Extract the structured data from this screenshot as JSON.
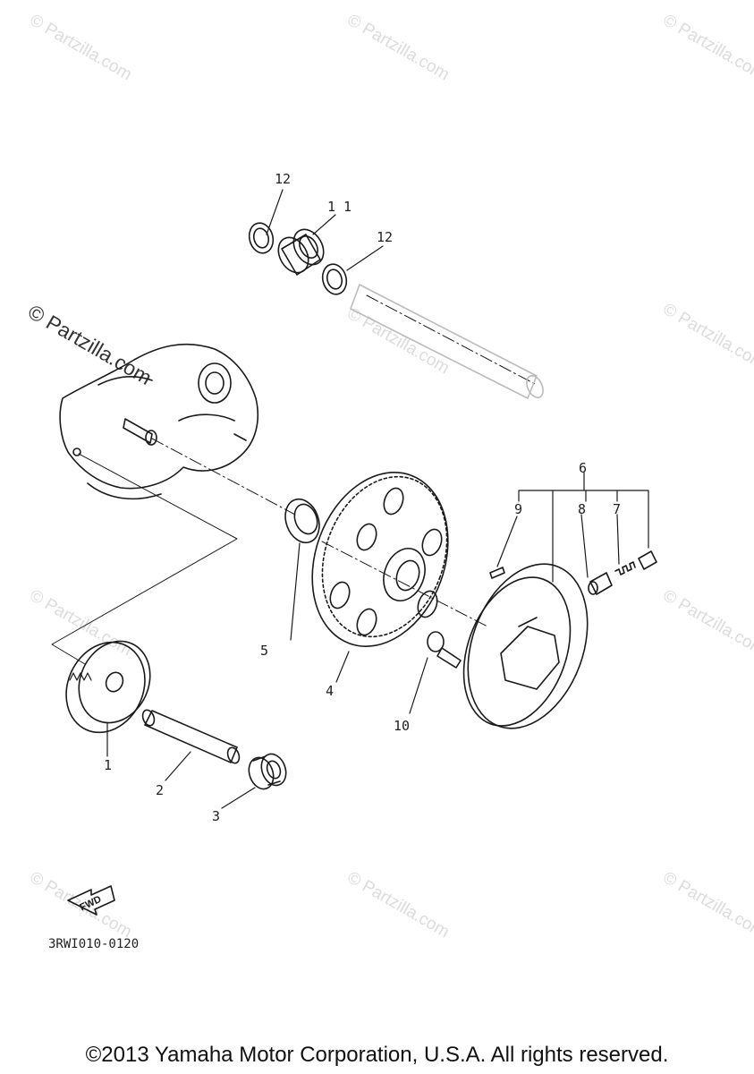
{
  "watermark": "© Partzilla.com",
  "drawing_code": "3RWI010-0120",
  "fwd_label": "FWD",
  "copyright": "©2013 Yamaha Motor Corporation, U.S.A. All rights reserved.",
  "callouts": {
    "c1": "1",
    "c2": "2",
    "c3": "3",
    "c4": "4",
    "c5": "5",
    "c6": "6",
    "c7": "7",
    "c8": "8",
    "c9": "9",
    "c10": "10",
    "c11": "1 1",
    "c12a": "12",
    "c12b": "12"
  }
}
